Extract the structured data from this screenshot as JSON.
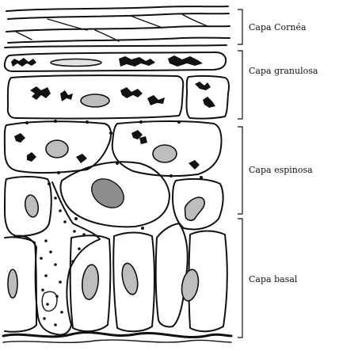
{
  "figure": {
    "layers": [
      {
        "id": "cornea",
        "label": "Capa Cornéa"
      },
      {
        "id": "granulosa",
        "label": "Capa granulosa"
      },
      {
        "id": "espinosa",
        "label": "Capa espinosa"
      },
      {
        "id": "basal",
        "label": "Capa basal"
      }
    ]
  }
}
